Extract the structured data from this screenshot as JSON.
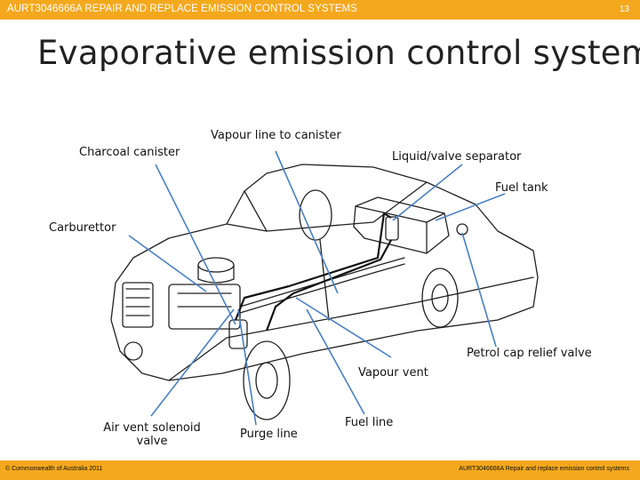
{
  "header": {
    "course": "AURT3046666A REPAIR AND REPLACE EMISSION CONTROL SYSTEMS",
    "slide_number": "13"
  },
  "slide": {
    "title": "Evaporative emission control system"
  },
  "labels": {
    "charcoal_canister": "Charcoal canister",
    "vapour_line": "Vapour line to canister",
    "liquid_valve_separator": "Liquid/valve separator",
    "fuel_tank": "Fuel tank",
    "carburettor": "Carburettor",
    "petrol_cap": "Petrol cap relief valve",
    "vapour_vent": "Vapour vent",
    "air_vent_solenoid": "Air vent solenoid valve",
    "purge_line": "Purge line",
    "fuel_line": "Fuel line"
  },
  "footer": {
    "copyright": "© Commonwealth of Australia 2011",
    "course_footer": "AURT3046666A Repair and replace emission control systems"
  },
  "colors": {
    "bar": "#f4a81d",
    "pointer": "#4a7fc0",
    "line_art": "#222222"
  }
}
